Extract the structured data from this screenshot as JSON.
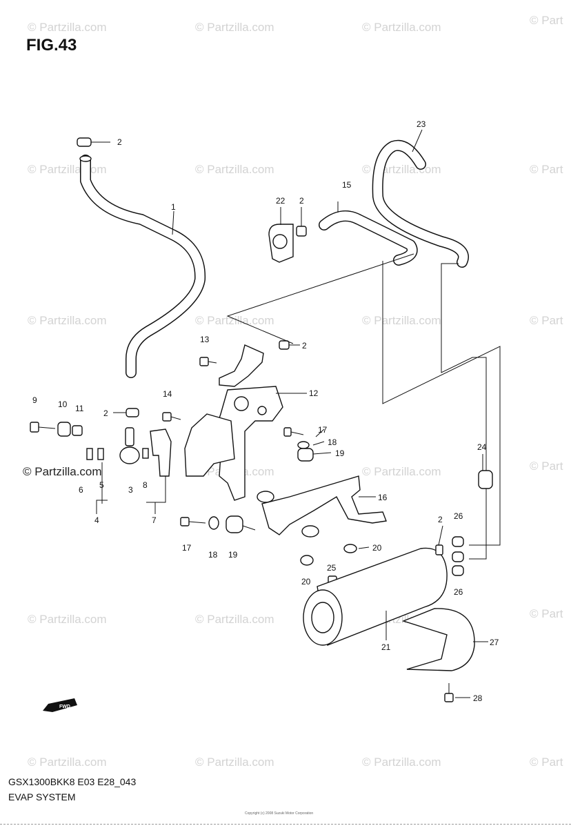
{
  "figure": {
    "title": "FIG.43"
  },
  "footer": {
    "code": "GSX1300BKK8 E03 E28_043",
    "name": "EVAP SYSTEM",
    "copyright": "Copyright (c) 2008 Suzuki Motor Corporation"
  },
  "watermark": {
    "text": "© Partzilla.com",
    "text_short": "© Part"
  },
  "fwd_label": "FWD",
  "callouts": {
    "c1": "1",
    "c2a": "2",
    "c2b": "2",
    "c2c": "2",
    "c2d": "2",
    "c2e": "2",
    "c3": "3",
    "c4": "4",
    "c5": "5",
    "c6": "6",
    "c7": "7",
    "c8": "8",
    "c9": "9",
    "c10": "10",
    "c11": "11",
    "c12": "12",
    "c13": "13",
    "c14": "14",
    "c15": "15",
    "c16": "16",
    "c17a": "17",
    "c17b": "17",
    "c18a": "18",
    "c18b": "18",
    "c19a": "19",
    "c19b": "19",
    "c20a": "20",
    "c20b": "20",
    "c21": "21",
    "c22": "22",
    "c23": "23",
    "c24": "24",
    "c25": "25",
    "c26a": "26",
    "c26b": "26",
    "c27": "27",
    "c28": "28"
  }
}
